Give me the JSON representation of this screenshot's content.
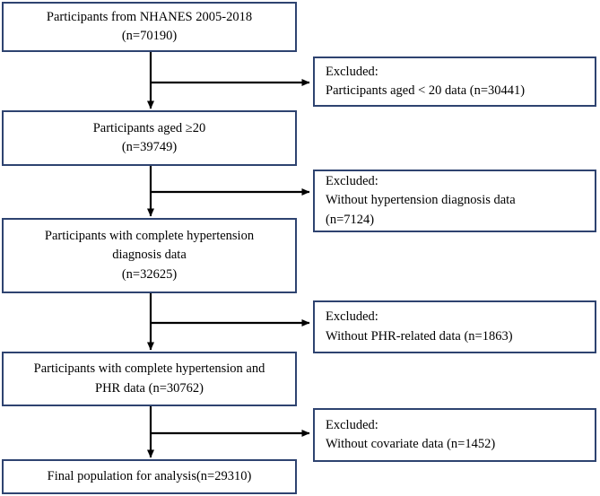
{
  "figure": {
    "type": "flowchart",
    "title": "NHANES participant selection flow diagram",
    "colors": {
      "box_border": "#2e4370",
      "box_fill": "#ffffff",
      "connector": "#000000",
      "text": "#000000"
    }
  },
  "main_nodes": [
    {
      "id": "node-source-population",
      "name": "source-population-box",
      "text": "Participants from NHANES 2005-2018\n(n=70190)",
      "count": 70190,
      "label": "Participants from NHANES 2005-2018",
      "count_text": "(n=70190)"
    },
    {
      "id": "node-aged-20-plus",
      "name": "aged-20-plus-box",
      "text": "Participants aged ≥20\n(n=39749)",
      "count": 39749,
      "label": "Participants aged ≥20",
      "count_text": "(n=39749)"
    },
    {
      "id": "node-complete-hypertension",
      "name": "complete-hypertension-diagnosis-box",
      "text": "Participants with complete hypertension\ndiagnosis data\n(n=32625)",
      "count": 32625,
      "label": "Participants with complete hypertension diagnosis data",
      "count_text": "(n=32625)"
    },
    {
      "id": "node-hypertension-and-phr",
      "name": "hypertension-and-phr-box",
      "text": "Participants with complete hypertension and\nPHR data (n=30762)",
      "count": 30762,
      "label": "Participants with complete hypertension and PHR data",
      "count_text": "(n=30762)"
    },
    {
      "id": "node-final-population",
      "name": "final-population-box",
      "text": "Final population for analysis(n=29310)",
      "count": 29310,
      "label": "Final population for analysis",
      "count_text": "(n=29310)"
    }
  ],
  "excluded_nodes": [
    {
      "id": "excl-under-20",
      "name": "excluded-age-box",
      "text": "Excluded:\nParticipants aged < 20 data (n=30441)",
      "heading": "Excluded:",
      "reason": "Participants aged < 20 data (n=30441)",
      "count": 30441
    },
    {
      "id": "excl-no-hypertension-dx",
      "name": "excluded-hypertension-diagnosis-box",
      "text": "Excluded:\nWithout hypertension diagnosis data\n(n=7124)",
      "heading": "Excluded:",
      "reason": "Without hypertension diagnosis data (n=7124)",
      "count": 7124
    },
    {
      "id": "excl-no-phr",
      "name": "excluded-phr-box",
      "text": "Excluded:\nWithout PHR-related data (n=1863)",
      "heading": "Excluded:",
      "reason": "Without PHR-related data (n=1863)",
      "count": 1863
    },
    {
      "id": "excl-no-covariate",
      "name": "excluded-covariate-box",
      "text": "Excluded:\nWithout covariate data (n=1452)",
      "heading": "Excluded:",
      "reason": "Without covariate data (n=1452)",
      "count": 1452
    }
  ]
}
